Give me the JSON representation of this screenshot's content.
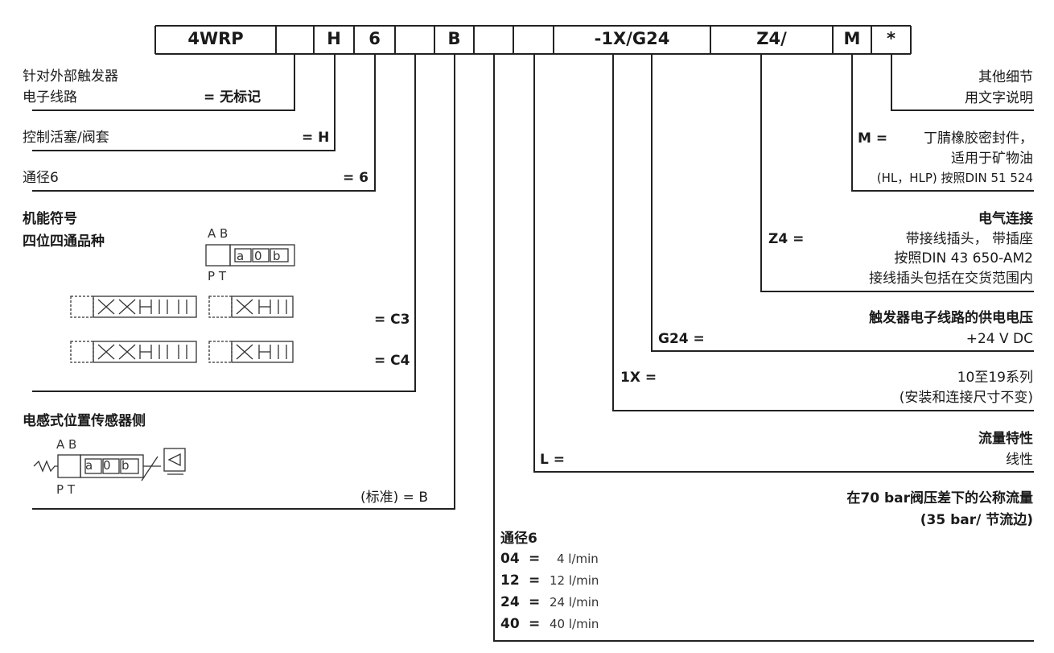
{
  "code_boxes": [
    "4WRP",
    "",
    "H",
    "6",
    "",
    "B",
    "",
    "",
    "-1X/G24",
    "Z4/",
    "M",
    "*"
  ],
  "left": {
    "ext_trigger": {
      "line1": "针对外部触发器",
      "line2": "电子线路",
      "value": "= 无标记"
    },
    "spool": {
      "label": "控制活塞/阀套",
      "value": "= H"
    },
    "size": {
      "label": "通径6",
      "value": "= 6"
    },
    "symbol": {
      "title1": "机能符号",
      "title2": "四位四通品种",
      "ports_top": "A B",
      "ports_bottom": "P T",
      "cells": [
        "a",
        "0",
        "b"
      ],
      "c3": "= C3",
      "c4": "= C4"
    },
    "sensor": {
      "title": "电感式位置传感器侧",
      "ports_top": "A B",
      "ports_bottom": "P T",
      "cells": [
        "a",
        "0",
        "b"
      ],
      "value": "(标准) = B"
    }
  },
  "right": {
    "details": {
      "line1": "其他细节",
      "line2": "用文字说明"
    },
    "seal": {
      "prefix": "M =",
      "line1": "丁腈橡胶密封件，",
      "line2": "适用于矿物油",
      "line3": "(HL，HLP) 按照DIN 51 524"
    },
    "electrical": {
      "title": "电气连接",
      "prefix": "Z4 =",
      "line1": "带接线插头，  带插座",
      "line2": "按照DIN 43 650-AM2",
      "line3": "接线插头包括在交货范围内"
    },
    "voltage": {
      "title": "触发器电子线路的供电电压",
      "prefix": "G24 =",
      "value": "+24 V DC"
    },
    "series": {
      "prefix": "1X =",
      "line1": "10至19系列",
      "line2": "(安装和连接尺寸不变)"
    },
    "flow_char": {
      "title": "流量特性",
      "prefix": "L =",
      "value": "线性"
    },
    "nominal_flow": {
      "title1": "在70 bar阀压差下的公称流量",
      "title2": "(35 bar/ 节流边)"
    }
  },
  "bottom": {
    "title": "通径6",
    "rows": [
      {
        "code": "04",
        "eq": "=",
        "value": "4 l/min"
      },
      {
        "code": "12",
        "eq": "=",
        "value": "12 l/min"
      },
      {
        "code": "24",
        "eq": "=",
        "value": "24 l/min"
      },
      {
        "code": "40",
        "eq": "=",
        "value": "40 l/min"
      }
    ]
  }
}
